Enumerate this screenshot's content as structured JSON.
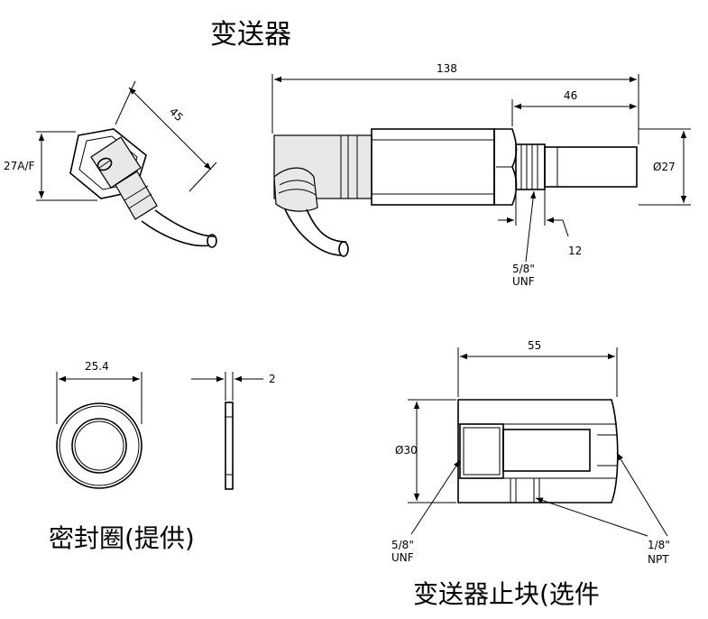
{
  "titles": {
    "transmitter": "变送器",
    "seal_ring": "密封圈(提供)",
    "stop_block": "变送器止块(选件"
  },
  "dimensions": {
    "wrench_flats": "27A/F",
    "angled_45": "45",
    "overall_length": "138",
    "probe_length": "46",
    "body_diameter": "Ø27",
    "thread_length": "12",
    "thread_top": "5/8\"",
    "thread_bottom": "UNF",
    "seal_outer": "25.4",
    "seal_thickness": "2",
    "block_length": "55",
    "block_diameter": "Ø30",
    "block_thread_top": "5/8\"",
    "block_thread_bottom": "UNF",
    "npt_top": "1/8\"",
    "npt_bottom": "NPT"
  }
}
